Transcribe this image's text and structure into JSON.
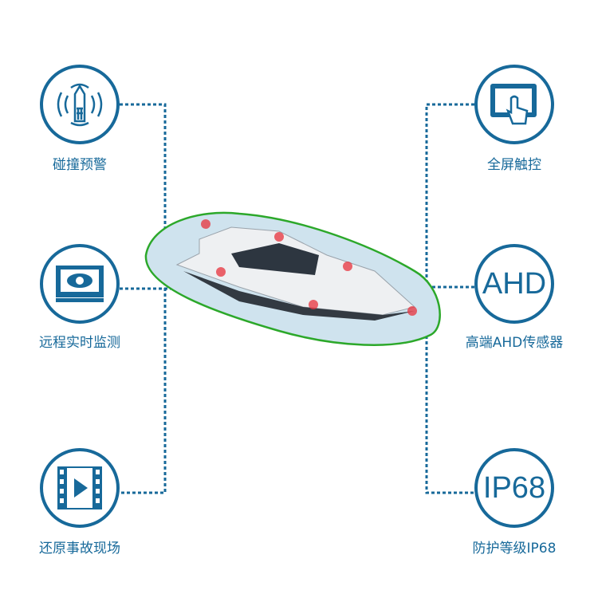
{
  "features_left": [
    {
      "label": "碰撞预警",
      "icon": "boat-radar-icon"
    },
    {
      "label": "远程实时监测",
      "icon": "monitor-eye-icon"
    },
    {
      "label": "还原事故现场",
      "icon": "video-play-icon"
    }
  ],
  "features_right": [
    {
      "label": "全屏触控",
      "icon": "touch-screen-icon"
    },
    {
      "label": "高端AHD传感器",
      "icon": "AHD"
    },
    {
      "label": "防护等级IP68",
      "icon": "IP68"
    }
  ],
  "colors": {
    "primary": "#17699a",
    "outline": "#2ca82a",
    "sensor": "#e8323c"
  }
}
